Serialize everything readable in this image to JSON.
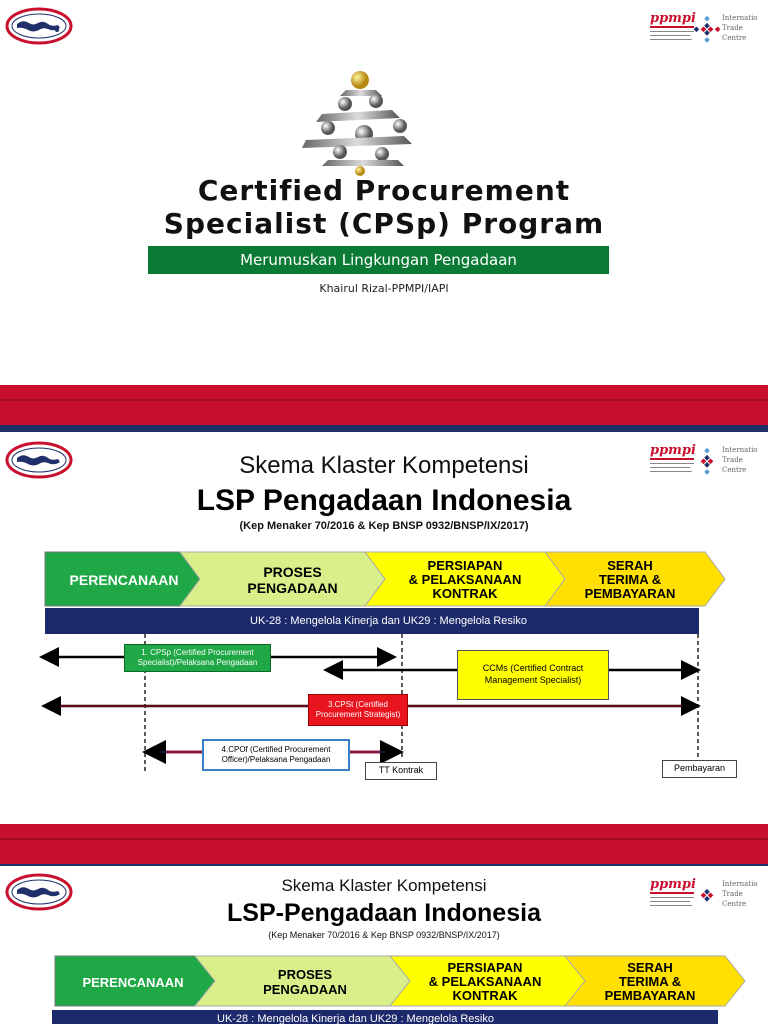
{
  "slide1": {
    "title_line1": "Certified Procurement",
    "title_line2": "Specialist (CPSp) Program",
    "subtitle": "Merumuskan Lingkungan Pengadaan",
    "author": "Khairul Rizal-PPMPI/IAPI"
  },
  "slide2": {
    "heading": "Skema Klaster Kompetensi",
    "title": "LSP Pengadaan Indonesia",
    "reference": "(Kep Menaker 70/2016 & Kep BNSP 0932/BNSP/IX/2017)",
    "phases": [
      {
        "line1": "PERENCANAAN",
        "line2": "",
        "line3": ""
      },
      {
        "line1": "PROSES",
        "line2": "PENGADAAN",
        "line3": ""
      },
      {
        "line1": "PERSIAPAN",
        "line2": "& PELAKSANAAN",
        "line3": "KONTRAK"
      },
      {
        "line1": "SERAH",
        "line2": "TERIMA &",
        "line3": "PEMBAYARAN"
      }
    ],
    "uk_bar": "UK-28 : Mengelola Kinerja dan UK29 : Mengelola Resiko",
    "cpsp_l1": "1. CPSp (Certified Procurement",
    "cpsp_l2": "Specialist)/Pelaksana Pengadaan",
    "ccms_l1": "CCMs (Certified Contract",
    "ccms_l2": "Management Specialist)",
    "cpst_l1": "3.CPSt (Certified",
    "cpst_l2": "Procurement Strategist)",
    "cpof_l1": "4.CPOf (Certified Procurement",
    "cpof_l2": "Officer)/Pelaksana Pengadaan",
    "tt_kontrak": "TT Kontrak",
    "pembayaran": "Pembayaran"
  },
  "slide3": {
    "heading": "Skema Klaster Kompetensi",
    "title": "LSP-Pengadaan Indonesia",
    "reference": "(Kep Menaker 70/2016 & Kep BNSP 0932/BNSP/IX/2017)",
    "phases": [
      {
        "line1": "PERENCANAAN",
        "line2": "",
        "line3": ""
      },
      {
        "line1": "PROSES",
        "line2": "PENGADAAN",
        "line3": ""
      },
      {
        "line1": "PERSIAPAN",
        "line2": "& PELAKSANAAN",
        "line3": "KONTRAK"
      },
      {
        "line1": "SERAH",
        "line2": "TERIMA &",
        "line3": "PEMBAYARAN"
      }
    ],
    "uk_bar": "UK-28 : Mengelola Kinerja dan UK29 : Mengelola Resiko"
  },
  "logos": {
    "left_icon": "indonesia-map-logo",
    "right_icon": "ppmpi-itc-logo",
    "ppmpi_text": "ppmpi",
    "itc_l1": "International",
    "itc_l2": "Trade",
    "itc_l3": "Centre"
  },
  "colors": {
    "green_phase": "#1fa845",
    "lightgreen_phase": "#d9f08a",
    "yellow_phase": "#ffff00",
    "serah_phase": "#ffe000",
    "navy_bar": "#1c2a6b",
    "band_red": "#c8102e",
    "subtitle_green": "#0a7a34"
  }
}
